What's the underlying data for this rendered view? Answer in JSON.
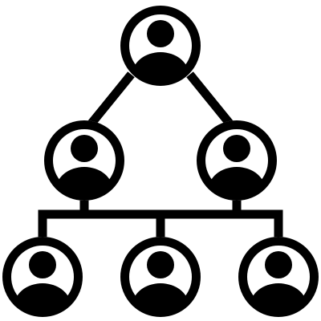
{
  "icon": {
    "name": "organization-hierarchy-icon",
    "foreground": "#000000",
    "background": "#ffffff",
    "levels": [
      {
        "level": "top",
        "members": 1
      },
      {
        "level": "middle",
        "members": 2
      },
      {
        "level": "bottom",
        "members": 3
      }
    ]
  }
}
